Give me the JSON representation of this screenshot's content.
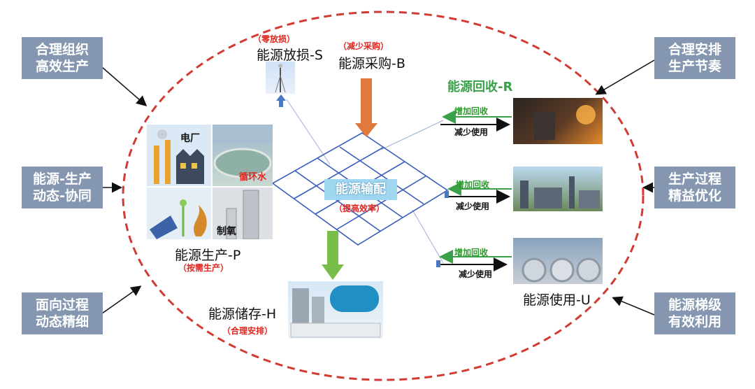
{
  "side_boxes": {
    "left_top": "合理组织\n高效生产",
    "left_mid": "能源-生产\n动态-协同",
    "left_bottom": "面向过程\n动态精细",
    "right_top": "合理安排\n生产节奏",
    "right_mid": "生产过程\n精益优化",
    "right_bottom": "能源梯级\n有效利用"
  },
  "nodes": {
    "discharge": {
      "label": "能源放损-S",
      "note": "（零放损）"
    },
    "purchase": {
      "label": "能源采购-B",
      "note": "（减少采购）"
    },
    "production": {
      "label": "能源生产-P",
      "note": "（按需生产）"
    },
    "storage": {
      "label": "能源储存-H",
      "note": "（合理安排）"
    },
    "usage": {
      "label": "能源使用-U"
    },
    "recycle": {
      "label": "能源回收-R"
    }
  },
  "center": {
    "label": "能源输配",
    "note": "（提高效率）"
  },
  "production_images": {
    "power_plant": "电厂",
    "circulation": "循环水",
    "oxygen": "制氧"
  },
  "flows": {
    "increase_recycle": "增加回收",
    "reduce_usage": "减少使用"
  },
  "colors": {
    "side_box": "#8496b0",
    "ellipse": "#d23a32",
    "grid": "#3a5dbc",
    "purchase_arrow": "#e07a3c",
    "storage_arrow": "#79bd4a",
    "recycle_green": "#3aa14a",
    "note_red": "#e0261f"
  }
}
